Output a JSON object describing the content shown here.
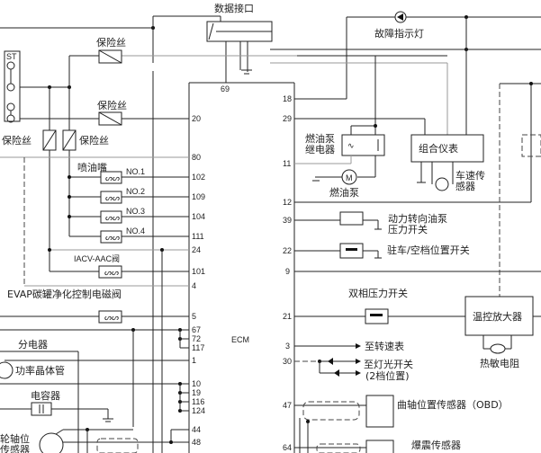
{
  "title": "ECM",
  "labels": {
    "data_port": "数据接口",
    "mil": "故障指示灯",
    "ignition": "ST",
    "fuse_top": "保险丝",
    "fuse_mid": "保险丝",
    "fuse_left": "保险丝",
    "fuse_right": "保险丝",
    "injector": "喷油嘴",
    "no1": "NO.1",
    "no2": "NO.2",
    "no3": "NO.3",
    "no4": "NO.4",
    "iacv": "IACV-AAC阀",
    "evap": "EVAP碳罐净化控制电磁阀",
    "distributor": "分电器",
    "power_transistor": "功率晶体管",
    "capacitor": "电容器",
    "cam_sensor_1": "轮轴位",
    "cam_sensor_2": "传感器",
    "fuel_pump_relay_1": "燃油泵",
    "fuel_pump_relay_2": "继电器",
    "fuel_pump": "燃油泵",
    "motor": "M",
    "combo_meter": "组合仪表",
    "speed_sensor_1": "车速传",
    "speed_sensor_2": "感器",
    "ps_switch_1": "动力转向油泵",
    "ps_switch_2": "压力开关",
    "park_neutral": "驻车/空档位置开关",
    "dual_pressure": "双相压力开关",
    "thermo_amp": "温控放大器",
    "thermistor": "热敏电阻",
    "to_tach": "至转速表",
    "to_light_1": "至灯光开关",
    "to_light_2": "(2档位置)",
    "crank_sensor": "曲轴位置传感器（OBD）",
    "knock_sensor": "爆震传感器"
  },
  "pins_left": [
    "20",
    "80",
    "102",
    "109",
    "104",
    "111",
    "24",
    "101",
    "4",
    "5",
    "67",
    "72",
    "117",
    "1",
    "10",
    "19",
    "116",
    "124",
    "44",
    "48"
  ],
  "pins_right": [
    "18",
    "29",
    "11",
    "12",
    "39",
    "22",
    "9",
    "21",
    "3",
    "30",
    "47",
    "64"
  ],
  "pin_top": "69"
}
